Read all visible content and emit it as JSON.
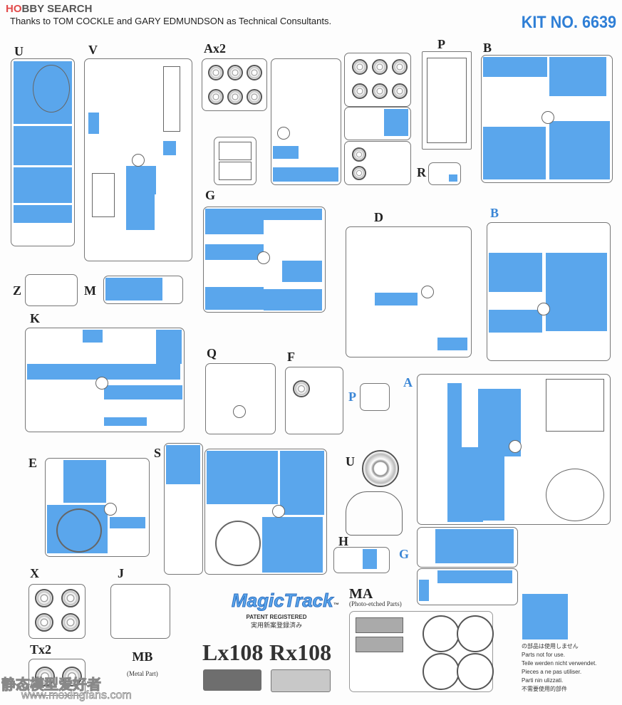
{
  "header": {
    "brand": "HOBBY SEARCH",
    "brand_prefix": "HO",
    "brand_rest": "BBY SEARCH",
    "credits": "Thanks to TOM COCKLE and GARY EDMUNDSON as Technical Consultants.",
    "kit_number": "KIT NO. 6639"
  },
  "sprues": {
    "U": "U",
    "V": "V",
    "Ax2": "Ax2",
    "P": "P",
    "B": "B",
    "R": "R",
    "G": "G",
    "D": "D",
    "B2": "B",
    "Z": "Z",
    "M": "M",
    "K": "K",
    "Q": "Q",
    "F": "F",
    "P2": "P",
    "A": "A",
    "E": "E",
    "S": "S",
    "U2": "U",
    "H": "H",
    "G2": "G",
    "X": "X",
    "J": "J",
    "Tx2": "Tx2",
    "MB": "MB",
    "MA": "MA"
  },
  "sprue_notes": {
    "MB": "(Metal Part)",
    "MA": "(Photo-etched Parts)"
  },
  "magic_track": {
    "logo": "MagicTrack",
    "tm": "™",
    "patent": "PATENT REGISTERED",
    "patent_jp": "実用新案登録済み"
  },
  "tracks": {
    "left": "Lx108",
    "right": "Rx108"
  },
  "legend": {
    "lines": [
      "の部品は使用しません",
      "Parts not for use.",
      "Teile werden nicht verwendet.",
      "Pieces a ne pas utiliser.",
      "Parti nin ulizzati.",
      "不需要使用的部件"
    ],
    "color": "#5aa6ec"
  },
  "watermark": {
    "cn": "静态模型爱好者",
    "url": "www.moxingfans.com"
  }
}
